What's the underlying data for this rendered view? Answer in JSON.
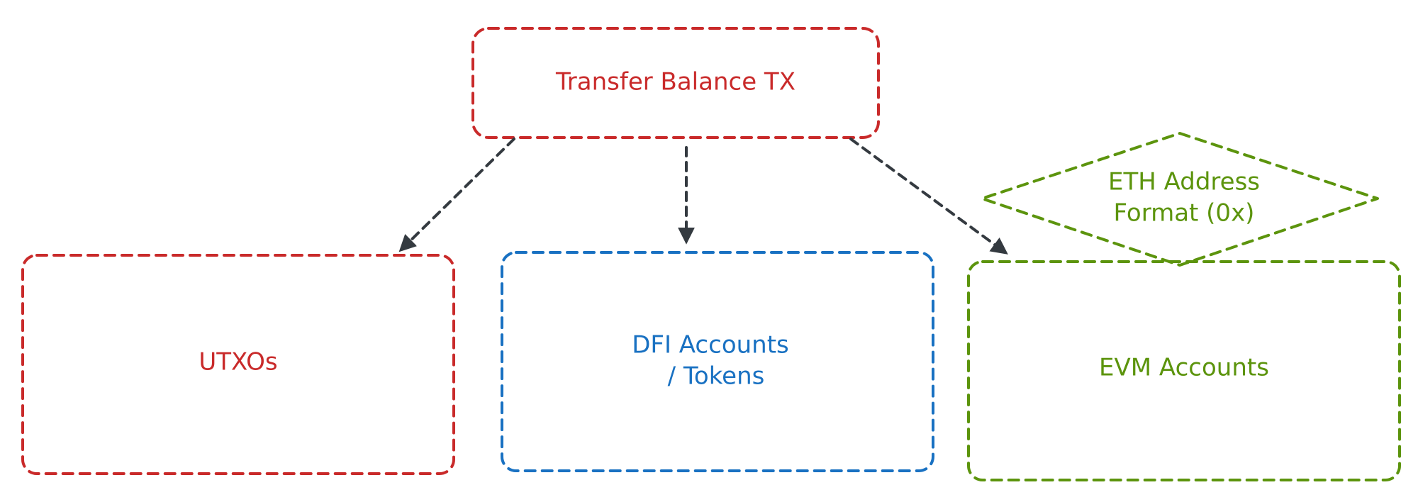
{
  "colors": {
    "red": "#c92a2a",
    "blue": "#1971c2",
    "green": "#5c940d",
    "arrow": "#343a40"
  },
  "nodes": {
    "transfer": {
      "label": "Transfer Balance TX"
    },
    "utxos": {
      "label": "UTXOs"
    },
    "dfi": {
      "line1": "DFI Accounts",
      "line2": "/ Tokens"
    },
    "evm": {
      "label": "EVM Accounts"
    },
    "eth": {
      "line1": "ETH Address",
      "line2": "Format (0x)"
    }
  }
}
